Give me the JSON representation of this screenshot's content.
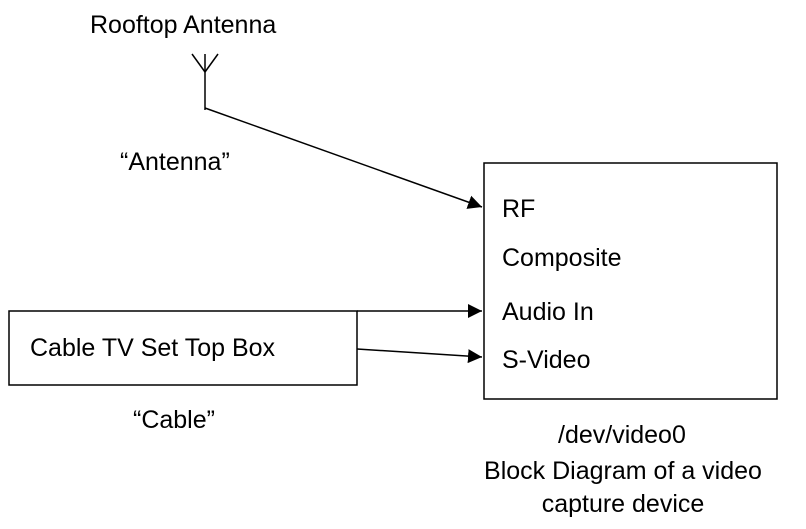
{
  "antenna": {
    "title": "Rooftop Antenna",
    "input_label": "“Antenna”"
  },
  "set_top_box": {
    "title": "Cable TV Set Top Box",
    "input_label": "“Cable”"
  },
  "capture_device": {
    "inputs": [
      "RF",
      "Composite",
      "Audio In",
      "S-Video"
    ],
    "device_name": "/dev/video0"
  },
  "caption": {
    "line1": "Block Diagram of a video",
    "line2": "capture device"
  }
}
